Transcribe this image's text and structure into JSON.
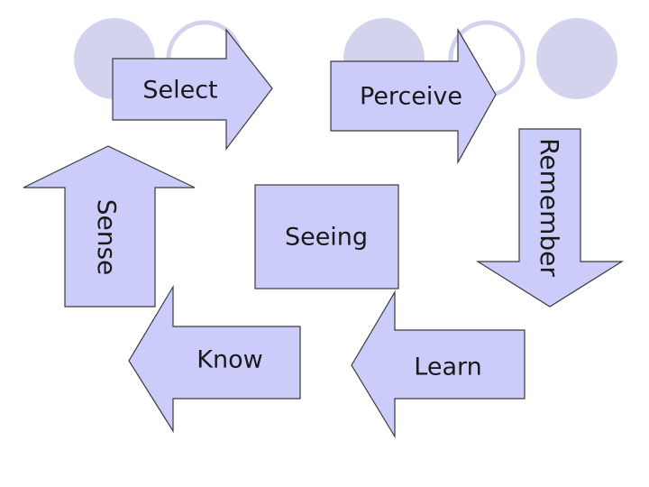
{
  "diagram": {
    "center_label": "Seeing",
    "arrows": {
      "select": "Select",
      "perceive": "Perceive",
      "remember": "Remember",
      "learn": "Learn",
      "know": "Know",
      "sense": "Sense"
    }
  },
  "colors": {
    "shape_fill": "#ccccfb",
    "outline": "#3a3a3a",
    "decoration": "#d3d3ee"
  }
}
